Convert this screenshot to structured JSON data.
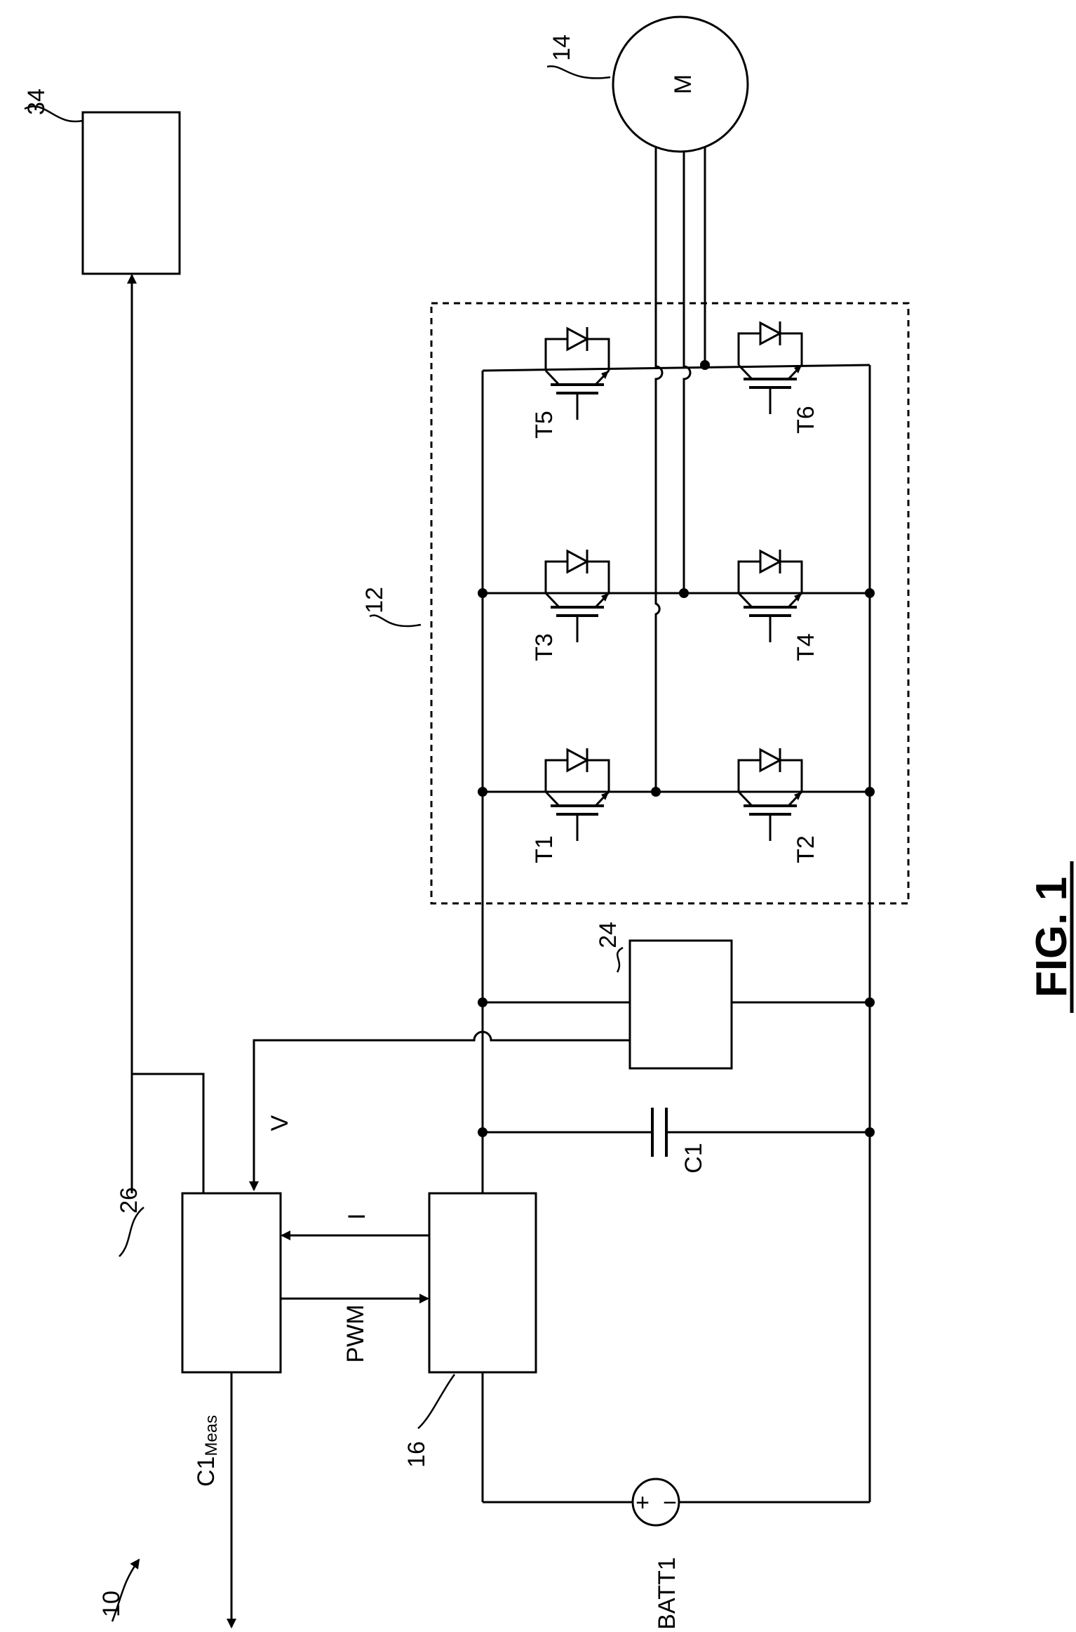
{
  "figure": {
    "title": "FIG. 1",
    "system_ref": "10"
  },
  "refs": {
    "inverter": "12",
    "motor": "14",
    "current_sensor": "16",
    "voltage_sensor": "24",
    "controller": "26",
    "output_device": "34"
  },
  "labels": {
    "motor": "M",
    "battery": "BATT1",
    "battery_plus": "+",
    "battery_minus": "−",
    "capacitor": "C1",
    "current_signal": "I",
    "voltage_signal": "V",
    "pwm_signal": "PWM",
    "measure_main": "C1",
    "measure_sub": "Meas"
  },
  "switches": [
    "T1",
    "T2",
    "T3",
    "T4",
    "T5",
    "T6"
  ]
}
